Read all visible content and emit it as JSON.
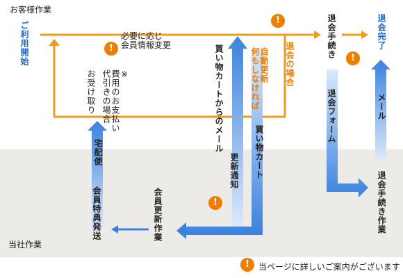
{
  "sections": {
    "customer": "お客様作業",
    "company": "当社作業"
  },
  "nodes": {
    "start": "ご利用開始",
    "withdraw_case": "退会の場合",
    "withdraw_proc": "退会手続き",
    "withdraw_done": "退会完了",
    "change_info": "必要に応じ\n会員情報変更",
    "fee_note": "※\n費用のお支払い\n代引きの場合",
    "receive": "お受け取り",
    "delivery_home": "宅配便",
    "benefit_ship": "会員特典発送",
    "renew_work": "会員更新作業",
    "cart_mail": "買い物カートからのメール",
    "auto_renew": "自動更新\n何もしなければ",
    "cart": "買い物カート",
    "renew_notice": "更新通知",
    "withdraw_form": "退会フォーム",
    "mail": "メール",
    "withdraw_work": "退会手続き作業"
  },
  "legend": {
    "text": "当ページに詳しいご案内がございます"
  },
  "colors": {
    "orange": "#f07c00",
    "blue": "#1a66c7",
    "band": "#edebe7"
  },
  "icons": {
    "warning": "!"
  }
}
